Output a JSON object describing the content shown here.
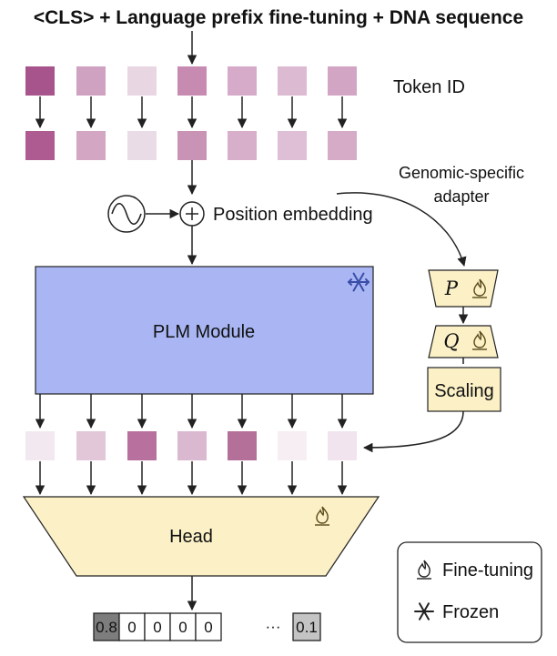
{
  "title": "<CLS> + Language prefix fine-tuning + DNA sequence",
  "token_id_label": "Token ID",
  "position_embedding_label": "Position embedding",
  "adapter_label_line1": "Genomic-specific",
  "adapter_label_line2": "adapter",
  "plm_module_label": "PLM Module",
  "adapter_p_label": "P",
  "adapter_q_label": "Q",
  "scaling_label": "Scaling",
  "head_label": "Head",
  "legend": {
    "fine_tuning": "Fine-tuning",
    "frozen": "Frozen"
  },
  "output_values": [
    "0.8",
    "0",
    "0",
    "0",
    "0",
    "···",
    "0.1"
  ],
  "colors": {
    "token_row1": [
      "#a8548c",
      "#d0a2c2",
      "#e9d6e3",
      "#c78bb2",
      "#d6aac9",
      "#dcbad2",
      "#d2a5c4"
    ],
    "token_row2": [
      "#ad5b91",
      "#d3a7c4",
      "#eadce6",
      "#c993b6",
      "#d8afcb",
      "#dfbfd6",
      "#d5abc7"
    ],
    "hidden_row": [
      "#f2e8ef",
      "#e2c7d9",
      "#b8719f",
      "#dab8cf",
      "#b47098",
      "#f6eef3",
      "#f1e4ee"
    ],
    "plm_fill": "#a9b6f3",
    "adapter_fill": "#fbf0c6",
    "head_fill": "#fbf0c6",
    "output_dark": "#7d7d7d",
    "output_light": "#c4c4c4"
  }
}
